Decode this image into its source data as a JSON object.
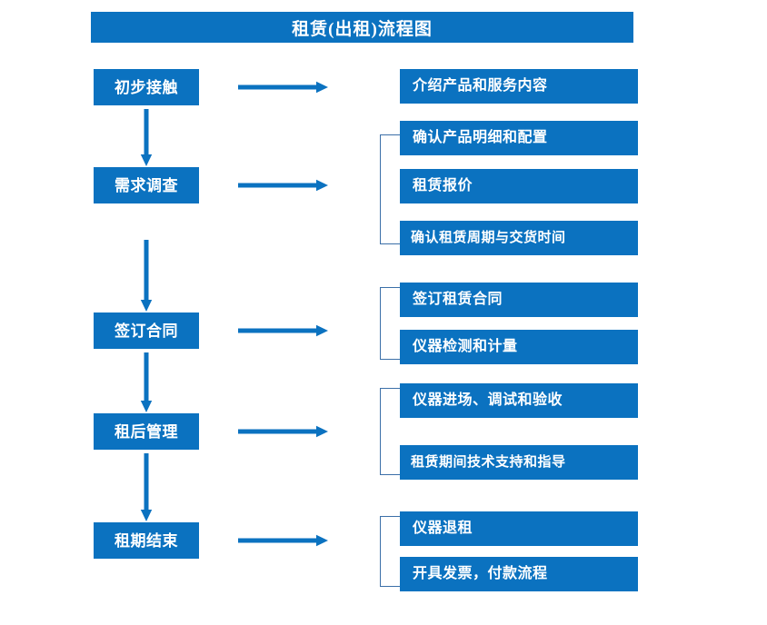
{
  "header": {
    "title": "租赁(出租)流程图"
  },
  "colors": {
    "box_fill": "#0b72c0",
    "box_text": "#ffffff",
    "arrow": "#0b72c0",
    "bracket": "#3b6fa8",
    "background": "#ffffff"
  },
  "chart_data": {
    "type": "diagram",
    "title": "租赁(出租)流程图",
    "orientation": "vertical-with-side-details",
    "stages": [
      {
        "label": "初步接触",
        "details": [
          "介绍产品和服务内容"
        ],
        "bracketed": false
      },
      {
        "label": "需求调查",
        "details": [
          "确认产品明细和配置",
          "租赁报价",
          "确认租赁周期与交货时间"
        ],
        "bracketed": true
      },
      {
        "label": "签订合同",
        "details": [
          "签订租赁合同",
          "仪器检测和计量"
        ],
        "bracketed": true
      },
      {
        "label": "租后管理",
        "details": [
          "仪器进场、调试和验收",
          "租赁期间技术支持和指导"
        ],
        "bracketed": true
      },
      {
        "label": "租期结束",
        "details": [
          "仪器退租",
          "开具发票，付款流程"
        ],
        "bracketed": true
      }
    ]
  },
  "stages": {
    "s0": {
      "label": "初步接触"
    },
    "s1": {
      "label": "需求调查"
    },
    "s2": {
      "label": "签订合同"
    },
    "s3": {
      "label": "租后管理"
    },
    "s4": {
      "label": "租期结束"
    }
  },
  "details": {
    "d0": {
      "label": "介绍产品和服务内容"
    },
    "d1": {
      "label": "确认产品明细和配置"
    },
    "d2": {
      "label": "租赁报价"
    },
    "d3": {
      "label": "确认租赁周期与交货时间"
    },
    "d4": {
      "label": "签订租赁合同"
    },
    "d5": {
      "label": "仪器检测和计量"
    },
    "d6": {
      "label": "仪器进场、调试和验收"
    },
    "d7": {
      "label": "租赁期间技术支持和指导"
    },
    "d8": {
      "label": "仪器退租"
    },
    "d9": {
      "label": "开具发票，付款流程"
    }
  }
}
